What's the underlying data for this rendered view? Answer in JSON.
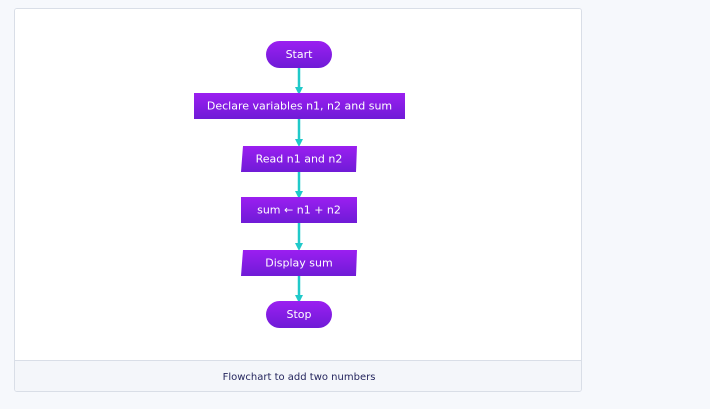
{
  "colors": {
    "node_fill_top": "#9b1ff1",
    "node_fill_bottom": "#6f1bd7",
    "arrow": "#20c9c9",
    "caption_bg": "#f4f6fa"
  },
  "flowchart": {
    "nodes": [
      {
        "id": "start",
        "shape": "terminator",
        "label": "Start"
      },
      {
        "id": "declare",
        "shape": "process",
        "label": "Declare variables n1, n2 and sum"
      },
      {
        "id": "read",
        "shape": "input-output",
        "label": "Read n1 and n2"
      },
      {
        "id": "compute",
        "shape": "process",
        "label": "sum ← n1 + n2"
      },
      {
        "id": "display",
        "shape": "input-output",
        "label": "Display sum"
      },
      {
        "id": "stop",
        "shape": "terminator",
        "label": "Stop"
      }
    ],
    "edges": [
      {
        "from": "start",
        "to": "declare"
      },
      {
        "from": "declare",
        "to": "read"
      },
      {
        "from": "read",
        "to": "compute"
      },
      {
        "from": "compute",
        "to": "display"
      },
      {
        "from": "display",
        "to": "stop"
      }
    ]
  },
  "caption": "Flowchart to add two numbers"
}
